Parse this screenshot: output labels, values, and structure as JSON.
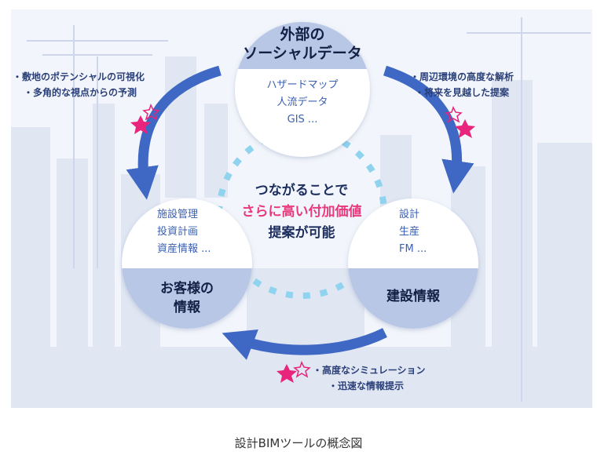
{
  "top_circle": {
    "title_line1": "外部の",
    "title_line2": "ソーシャルデータ",
    "items": [
      "ハザードマップ",
      "人流データ",
      "GIS ..."
    ]
  },
  "left_circle": {
    "title_line1": "お客様の",
    "title_line2": "情報",
    "items": [
      "施設管理",
      "投資計画",
      "資産情報 ..."
    ]
  },
  "right_circle": {
    "title": "建設情報",
    "items": [
      "設計",
      "生産",
      "FM ..."
    ]
  },
  "center": {
    "line1": "つながることで",
    "line2": "さらに高い付加価値",
    "line3": "提案が可能"
  },
  "notes": {
    "top_left": [
      "・敷地のポテンシャルの可視化",
      "・多角的な視点からの予測"
    ],
    "top_right": [
      "・周辺環境の高度な解析",
      "・将来を見越した提案"
    ],
    "bottom": [
      "・高度なシミュレーション",
      "・迅速な情報提示"
    ]
  },
  "caption": "設計BIMツールの概念図",
  "colors": {
    "circle_band": "#b8c7e6",
    "arrow": "#3f67c4",
    "dots": "#8fd3ee",
    "highlight": "#e83a7a",
    "star": "#e8247c"
  }
}
